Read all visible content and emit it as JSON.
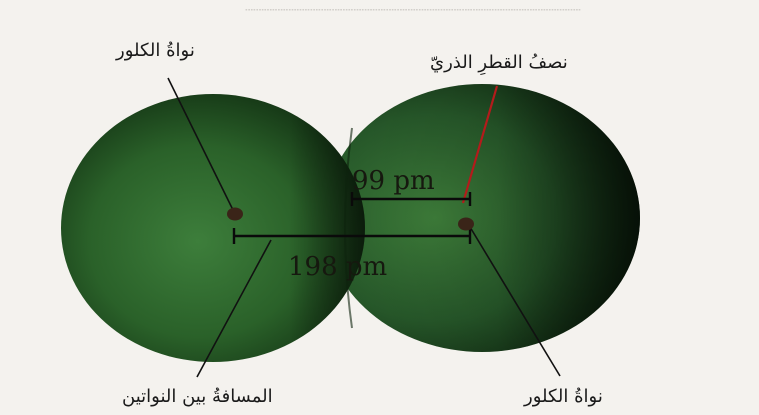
{
  "labels": {
    "nucleus_left": "نواةُ الكلور",
    "atomic_radius": "نصفُ القطرِ الذريّ",
    "nucleus_right": "نواةُ الكلور",
    "internuclear_distance": "المسافةُ بين النواتين"
  },
  "dimensions": {
    "radius_value": "99 pm",
    "distance_value": "198 pm"
  },
  "colors": {
    "sphere_dark": "#0f2d10",
    "sphere_mid": "#2e6b2e",
    "radius_line": "#b31b1b",
    "dim_line": "#0a0a0a",
    "nucleus": "#3a2418"
  }
}
